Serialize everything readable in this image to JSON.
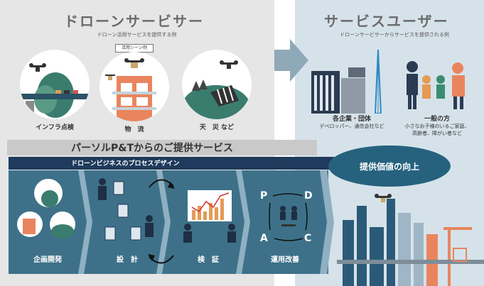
{
  "left": {
    "title": "ドローンサービサー",
    "subtitle": "ドローン活用サービスを提供する例",
    "usage_tag": "活用シーン例",
    "cases": [
      "インフラ点検",
      "物　流",
      "天　災 など"
    ]
  },
  "right": {
    "title": "サービスユーザー",
    "subtitle": "ドローンサービサーからサービスを提供される例",
    "groups": [
      {
        "title": "各企業・団体",
        "lines": [
          "デベロッパー、通信会社など"
        ]
      },
      {
        "title": "一般の方",
        "lines": [
          "小さなお子様のいるご家庭、",
          "高齢者、障がい者など"
        ]
      }
    ]
  },
  "service": {
    "title": "パーソルP&Tからのご提供サービス",
    "process": "ドローンビジネスのプロセスデザイン",
    "steps": [
      "企画開発",
      "設　計",
      "検　証",
      "運用改善"
    ],
    "pdca": [
      "P",
      "D",
      "A",
      "C"
    ]
  },
  "value_label": "提供価値の向上",
  "colors": {
    "navy": "#1e3a5c",
    "teal": "#3e7189",
    "accent": "#26627e",
    "orange": "#f0a070"
  }
}
